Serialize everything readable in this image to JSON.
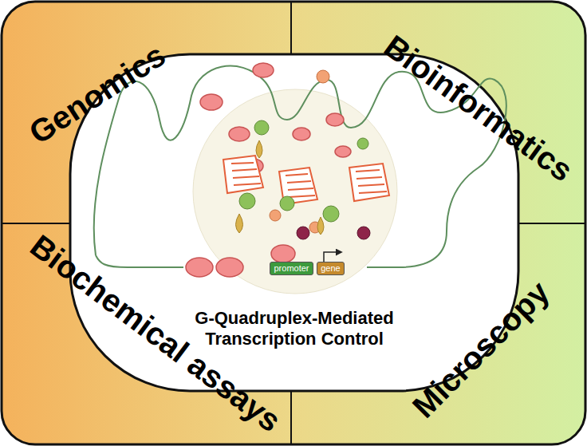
{
  "diagram": {
    "nodes": [
      {
        "text": [
          "G-Quadruplex-Mediated Transcription Control"
        ]
      },
      {
        "text": [
          "promoter"
        ],
        "in": 0
      },
      {
        "text": [
          "gene"
        ],
        "in": 0
      }
    ],
    "labels": [
      "Genomics",
      "Bioinformatics",
      "Biochemical assays",
      "Microscopy"
    ]
  }
}
